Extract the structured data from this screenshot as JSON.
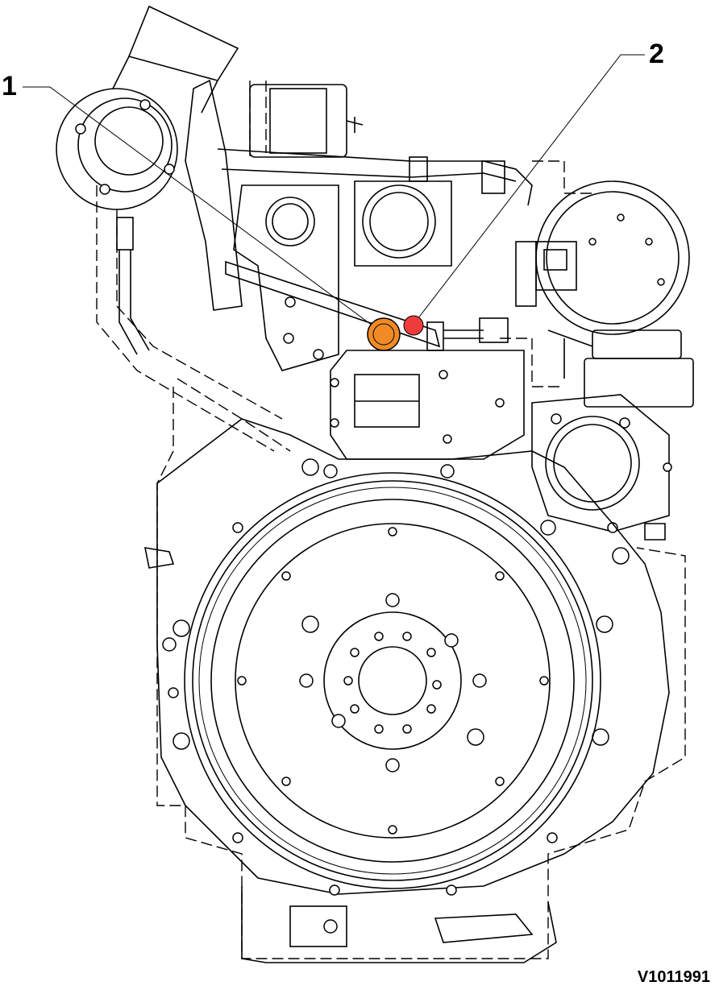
{
  "callouts": [
    {
      "label": "1",
      "color": "#f08a24",
      "description_ref": "orange-marked-component"
    },
    {
      "label": "2",
      "color": "#ee3b3b",
      "description_ref": "red-marked-component"
    }
  ],
  "figure_id": "V1011991",
  "colors": {
    "line": "#000000",
    "background": "#ffffff",
    "marker_1": "#f08a24",
    "marker_2": "#ee3b3b"
  }
}
